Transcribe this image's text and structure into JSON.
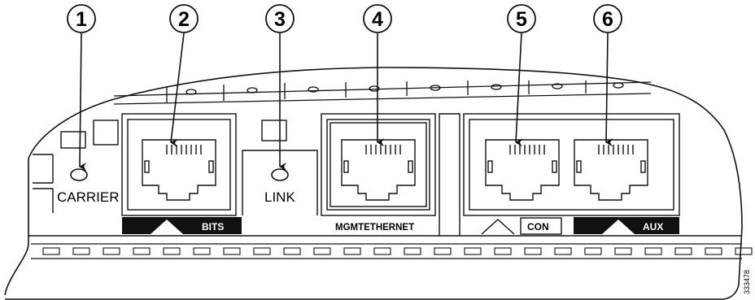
{
  "callouts": [
    "1",
    "2",
    "3",
    "4",
    "5",
    "6"
  ],
  "labels": {
    "carrier": "CARRIER",
    "link": "LINK",
    "bits": "BITS",
    "mgmt": "MGMTETHERNET",
    "con": "CON",
    "aux": "AUX"
  },
  "figure_id": "333478"
}
